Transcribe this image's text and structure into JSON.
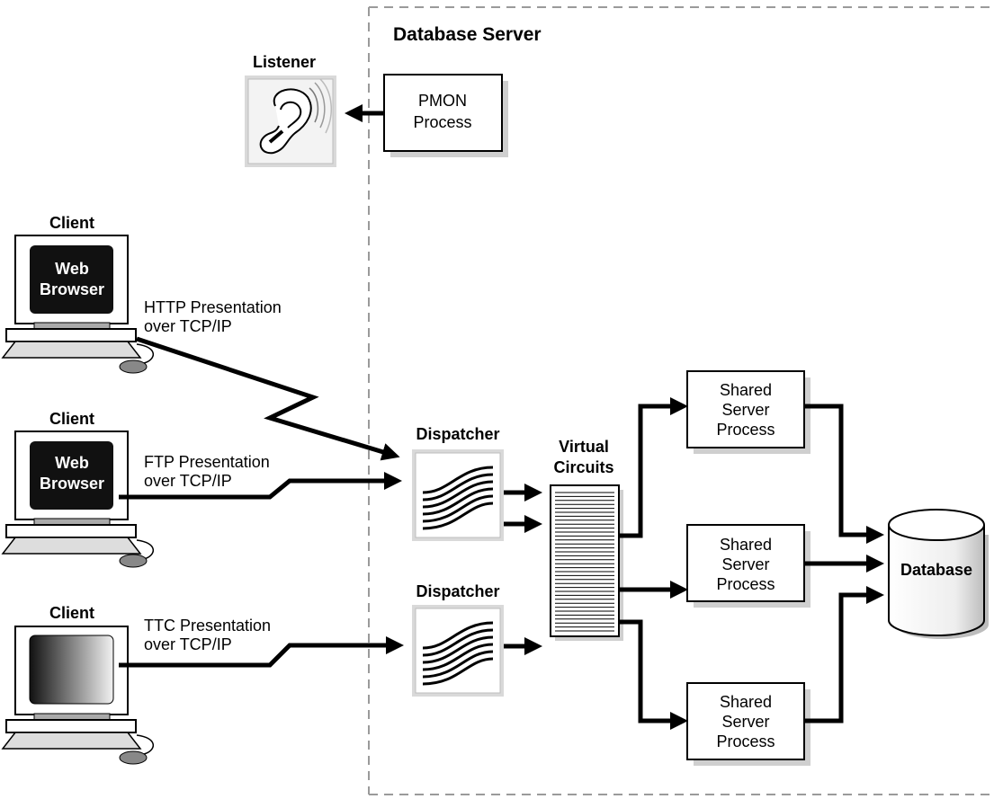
{
  "server": {
    "title": "Database Server"
  },
  "listener": {
    "label": "Listener"
  },
  "pmon": {
    "line1": "PMON",
    "line2": "Process"
  },
  "clients": [
    {
      "label": "Client",
      "screen_line1": "Web",
      "screen_line2": "Browser",
      "proto_line1": "HTTP Presentation",
      "proto_line2": "over TCP/IP"
    },
    {
      "label": "Client",
      "screen_line1": "Web",
      "screen_line2": "Browser",
      "proto_line1": "FTP Presentation",
      "proto_line2": "over TCP/IP"
    },
    {
      "label": "Client",
      "screen_line1": "",
      "screen_line2": "",
      "proto_line1": "TTC Presentation",
      "proto_line2": "over TCP/IP"
    }
  ],
  "dispatchers": [
    {
      "label": "Dispatcher"
    },
    {
      "label": "Dispatcher"
    }
  ],
  "virtual_circuits": {
    "line1": "Virtual",
    "line2": "Circuits"
  },
  "shared_servers": [
    {
      "line1": "Shared",
      "line2": "Server",
      "line3": "Process"
    },
    {
      "line1": "Shared",
      "line2": "Server",
      "line3": "Process"
    },
    {
      "line1": "Shared",
      "line2": "Server",
      "line3": "Process"
    }
  ],
  "database": {
    "label": "Database"
  },
  "colors": {
    "stroke": "#000000",
    "shadow": "#cfcfcf",
    "dashed_border": "#9a9a9a",
    "screen": "#111111"
  }
}
